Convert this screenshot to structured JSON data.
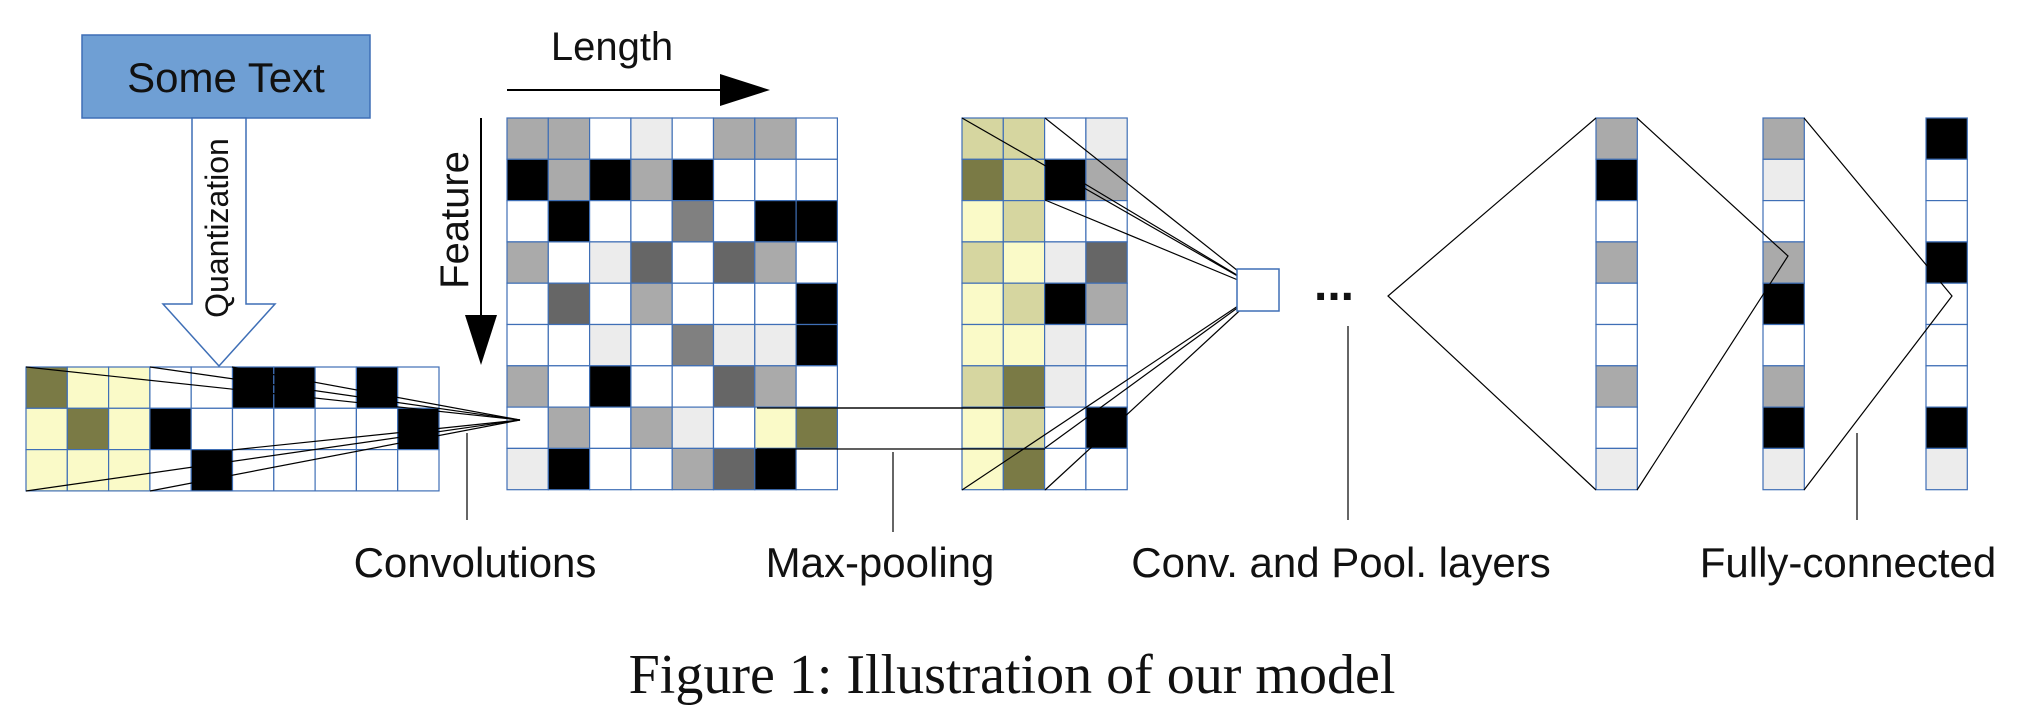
{
  "input_box": {
    "label": "Some Text",
    "fill": "#6f9fd4"
  },
  "quantization_label": "Quantization",
  "axis_labels": {
    "length": "Length",
    "feature": "Feature"
  },
  "ellipsis": "...",
  "stage_labels": {
    "convolutions": "Convolutions",
    "max_pooling": "Max-pooling",
    "conv_pool_layers": "Conv. and Pool. layers",
    "fully_connected": "Fully-connected"
  },
  "caption": "Figure 1: Illustration of our model",
  "colors": {
    "grid_line": "#3f6fb6",
    "black": "#000000",
    "dark_gray": "#666666",
    "mid_gray": "#808080",
    "gray": "#aaaaaa",
    "light_gray": "#ececec",
    "white": "#ffffff",
    "olive": "#7a7a45",
    "khaki": "#d6d6a0",
    "pale_yellow": "#fafac8"
  },
  "input_grid": [
    [
      "O",
      "Y",
      "Y",
      "W",
      "W",
      "K",
      "K",
      "W",
      "K",
      "W"
    ],
    [
      "Y",
      "O",
      "Y",
      "K",
      "W",
      "W",
      "W",
      "W",
      "W",
      "K"
    ],
    [
      "Y",
      "Y",
      "Y",
      "W",
      "K",
      "W",
      "W",
      "W",
      "W",
      "W"
    ]
  ],
  "feature_grid": [
    [
      "G",
      "G",
      "W",
      "L",
      "W",
      "G",
      "G",
      "W"
    ],
    [
      "K",
      "G",
      "K",
      "G",
      "K",
      "W",
      "W",
      "W"
    ],
    [
      "W",
      "K",
      "W",
      "W",
      "M",
      "W",
      "K",
      "K"
    ],
    [
      "G",
      "W",
      "L",
      "D",
      "W",
      "D",
      "G",
      "W"
    ],
    [
      "W",
      "D",
      "W",
      "G",
      "W",
      "W",
      "W",
      "K"
    ],
    [
      "W",
      "W",
      "L",
      "W",
      "M",
      "L",
      "L",
      "K"
    ],
    [
      "G",
      "W",
      "K",
      "W",
      "W",
      "D",
      "G",
      "W"
    ],
    [
      "W",
      "G",
      "W",
      "G",
      "L",
      "W",
      "Y",
      "O"
    ],
    [
      "L",
      "K",
      "W",
      "W",
      "G",
      "D",
      "K",
      "W"
    ]
  ],
  "pooled_grid": [
    [
      "S",
      "S",
      "W",
      "L"
    ],
    [
      "O",
      "S",
      "K",
      "G"
    ],
    [
      "Y",
      "S",
      "W",
      "W"
    ],
    [
      "S",
      "Y",
      "L",
      "D"
    ],
    [
      "Y",
      "S",
      "K",
      "G"
    ],
    [
      "Y",
      "Y",
      "L",
      "W"
    ],
    [
      "S",
      "O",
      "L",
      "W"
    ],
    [
      "Y",
      "S",
      "W",
      "K"
    ],
    [
      "Y",
      "O",
      "W",
      "W"
    ]
  ],
  "fc_column_1": [
    "G",
    "K",
    "W",
    "G",
    "W",
    "W",
    "G",
    "W",
    "L"
  ],
  "fc_column_2": [
    "G",
    "L",
    "W",
    "G",
    "K",
    "W",
    "G",
    "K",
    "L"
  ],
  "fc_column_3": [
    "K",
    "W",
    "W",
    "K",
    "W",
    "W",
    "W",
    "K",
    "L"
  ]
}
